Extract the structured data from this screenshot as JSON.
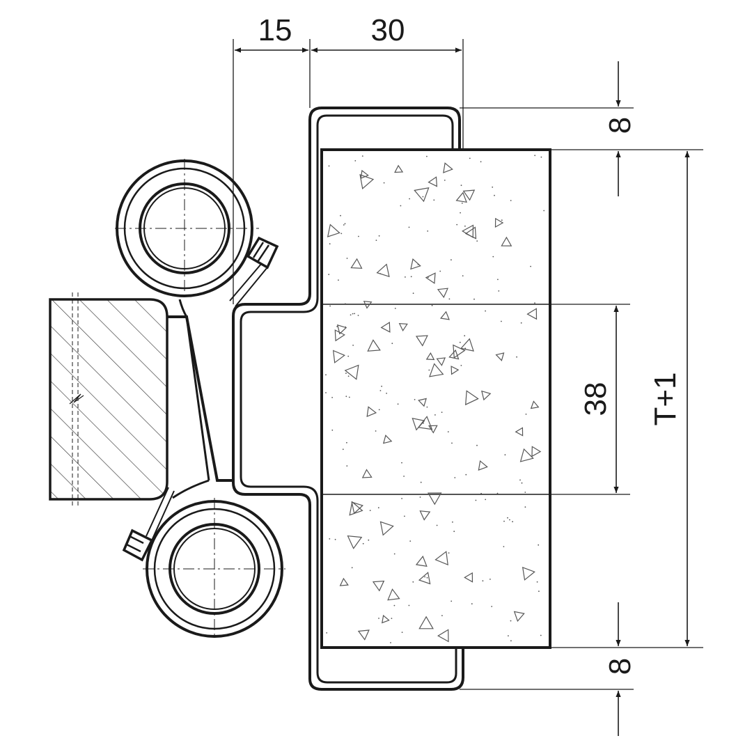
{
  "dimensions": {
    "top_left": "15",
    "top_right": "30",
    "overlap_top": "8",
    "overlap_bottom": "8",
    "center": "38",
    "total": "T+1"
  },
  "colors": {
    "line": "#1a1a1a",
    "background": "#ffffff",
    "hatch": "#444444",
    "concrete_speckle": "#555555"
  }
}
